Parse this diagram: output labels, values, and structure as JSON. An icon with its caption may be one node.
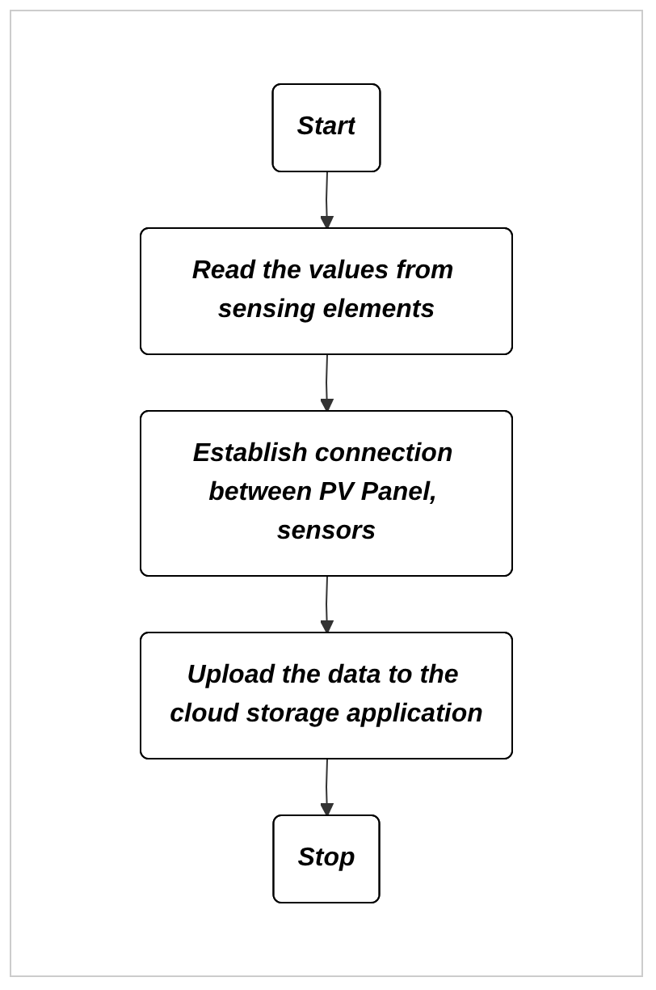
{
  "diagram": {
    "nodes": [
      {
        "text": [
          "Start"
        ]
      },
      {
        "text": [
          "Read the values from sensing elements"
        ]
      },
      {
        "text": [
          "Establish connection between PV Panel, sensors"
        ]
      },
      {
        "text": [
          "Upload the data to the cloud storage application"
        ]
      },
      {
        "text": [
          "Stop"
        ]
      }
    ],
    "edges": [
      {
        "from": 0,
        "to": 1,
        "arrow": "to"
      },
      {
        "from": 1,
        "to": 2,
        "arrow": "to"
      },
      {
        "from": 2,
        "to": 3,
        "arrow": "to"
      },
      {
        "from": 3,
        "to": 4,
        "arrow": "to"
      }
    ]
  }
}
